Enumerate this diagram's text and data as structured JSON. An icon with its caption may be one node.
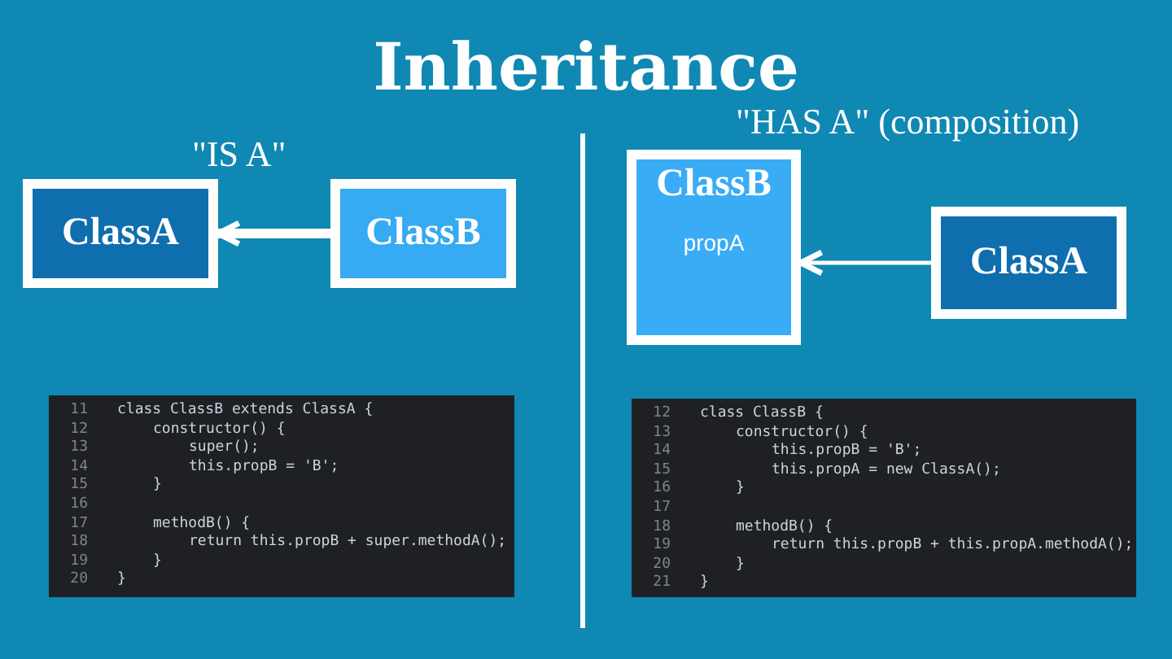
{
  "diagram": {
    "title": "Inheritance",
    "nodes": [
      {
        "text": [
          "ClassA"
        ]
      },
      {
        "text": [
          "ClassB"
        ]
      },
      {
        "text": [
          "ClassB",
          "propA"
        ]
      },
      {
        "text": [
          "ClassA"
        ]
      }
    ],
    "edges": [
      {
        "from": 1,
        "to": 0,
        "arrow": "to",
        "style": "thick"
      },
      {
        "from": 3,
        "to": 2,
        "arrow": "to"
      }
    ],
    "labels": [
      "\"IS A\"",
      "\"HAS A\" (composition)",
      "11",
      "class ClassB extends ClassA {",
      "12",
      "constructor() {",
      "13",
      "super();",
      "14",
      "this.propB = 'B';",
      "15",
      "}",
      "16",
      "17",
      "methodB() {",
      "18",
      "return this.propB + super.methodA();",
      "19",
      "}",
      "20",
      "}",
      "12",
      "class ClassB {",
      "13",
      "constructor() {",
      "14",
      "this.propB = 'B';",
      "15",
      "this.propA = new ClassA();",
      "16",
      "}",
      "17",
      "18",
      "methodB() {",
      "19",
      "return this.propB + this.propA.methodA();",
      "20",
      "}",
      "21",
      "}"
    ]
  }
}
